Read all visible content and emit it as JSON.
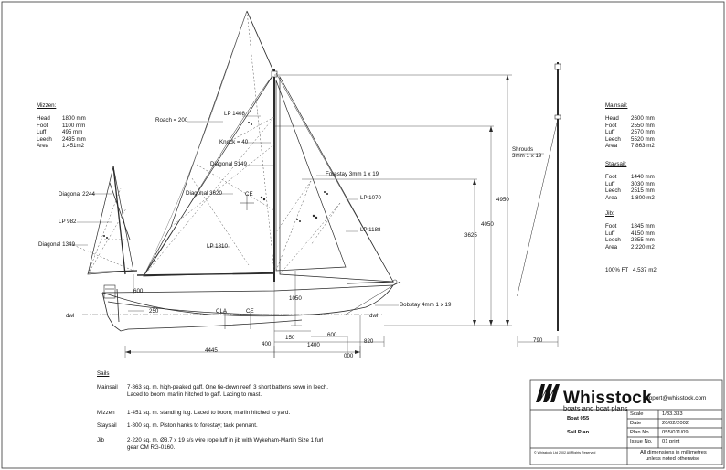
{
  "drawing": {
    "stroke": "#2b2b2b",
    "light_stroke": "#7a7a7a",
    "dash_color": "#555555",
    "callouts": {
      "roach": "Roach = 200",
      "lp_1408": "LP 1408",
      "knock": "Knock = 40",
      "diagonal_5149": "Diagonal 5149",
      "diagonal_3620": "Diagonal 3620",
      "ce_sail": "CE",
      "forestay": "Forestay 3mm 1 x 19",
      "lp_1070": "LP 1070",
      "lp_1188": "LP 1188",
      "lp_1810": "LP 1810",
      "diagonal_2244": "Diagonal 2244",
      "lp_982": "LP 982",
      "diagonal_1349": "Diagonal 1349",
      "shrouds": "Shrouds\n3mm 1 x 19",
      "bobstay": "Bobstay 4mm 1 x 19",
      "dwl_left": "dwl",
      "dwl_right": "dwl",
      "cla": "CLA",
      "ce_hull": "CE"
    },
    "dimensions": {
      "d600": "600",
      "d250": "250",
      "d1050": "1050",
      "d150": "150",
      "d600b": "600",
      "d400": "400",
      "d1400": "1400",
      "d820": "820",
      "d4445": "4445",
      "d000": "000",
      "d790": "790",
      "d4950": "4950",
      "d4050": "4050",
      "d3625": "3625"
    }
  },
  "mizzen": {
    "heading": "Mizzen:",
    "rows": [
      {
        "k": "Head",
        "v": "1800 mm"
      },
      {
        "k": "Foot",
        "v": "1100 mm"
      },
      {
        "k": "Luff",
        "v": "495 mm"
      },
      {
        "k": "Leech",
        "v": "2435 mm"
      },
      {
        "k": "Area",
        "v": "1.451m2"
      }
    ]
  },
  "mainsail": {
    "heading": "Mainsail:",
    "rows": [
      {
        "k": "Head",
        "v": "2600 mm"
      },
      {
        "k": "Foot",
        "v": "2550 mm"
      },
      {
        "k": "Luff",
        "v": "2570 mm"
      },
      {
        "k": "Leech",
        "v": "5520 mm"
      },
      {
        "k": "Area",
        "v": "7.863 m2"
      }
    ]
  },
  "staysail": {
    "heading": "Staysail:",
    "rows": [
      {
        "k": "Foot",
        "v": "1440 mm"
      },
      {
        "k": "Luff",
        "v": "3030 mm"
      },
      {
        "k": "Leech",
        "v": "2515 mm"
      },
      {
        "k": "Area",
        "v": "1.800 m2"
      }
    ]
  },
  "jib": {
    "heading": "Jib:",
    "rows": [
      {
        "k": "Foot",
        "v": "1845 mm"
      },
      {
        "k": "Luff",
        "v": "4150 mm"
      },
      {
        "k": "Leech",
        "v": "2855 mm"
      },
      {
        "k": "Area",
        "v": "2.220 m2"
      }
    ]
  },
  "total": {
    "k": "100% FT",
    "v": "4.537 m2"
  },
  "sails_notes": {
    "heading": "Sails",
    "rows": [
      {
        "k": "Mainsail",
        "v": "7·863 sq. m. high-peaked gaff.  One tie-down reef.  3 short battens sewn in leech.  Laced to boom; marlin hitched to gaff.  Lacing to mast."
      },
      {
        "k": "Mizzen",
        "v": "1·451 sq. m. standing lug.  Laced to boom; marlin hitched to yard."
      },
      {
        "k": "Staysail",
        "v": "1·800 sq. m.  Piston hanks to forestay; tack pennant."
      },
      {
        "k": "Jib",
        "v": "2·220 sq. m.  Ø3.7 x 19 s/s wire rope luff in jib with Wykeham-Martin Size 1 furl gear CM RG-0160."
      }
    ]
  },
  "title_block": {
    "logo_text": "Whisstock",
    "logo_sub": "boats and boat plans",
    "email": "support@whisstock.com",
    "boat": "Boat 055",
    "drawing_title": "Sail Plan",
    "scale_label": "Scale",
    "scale_value": "1/33.333",
    "date_label": "Date",
    "date_value": "20/02/2002",
    "plan_label": "Plan No.",
    "plan_value": "055/011/09",
    "issue_label": "Issue No.",
    "issue_value": "01 print",
    "note_line1": "All dimensions in millimetres",
    "note_line2": "unless noted otherwise",
    "copyright": "© Whisstock Ltd 2002  All Rights Reserved"
  }
}
